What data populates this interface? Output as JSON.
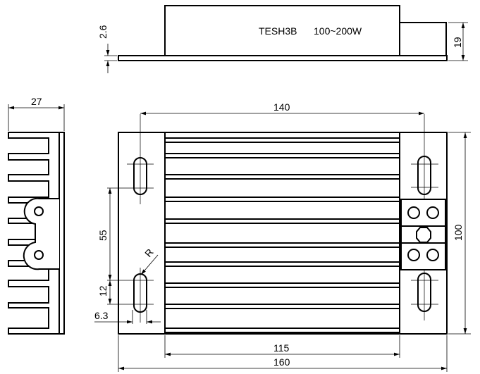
{
  "title_label": {
    "model": "TESH3B",
    "power": "100~200W"
  },
  "dimensions": {
    "plate_thickness": "2.6",
    "height": "19",
    "depth": "27",
    "hole_spacing_length": "140",
    "hole_spacing_height": "55",
    "slot_length": "12",
    "slot_width": "6.3",
    "radius": "R",
    "fin_length": "115",
    "total_length": "160",
    "total_width": "100"
  }
}
